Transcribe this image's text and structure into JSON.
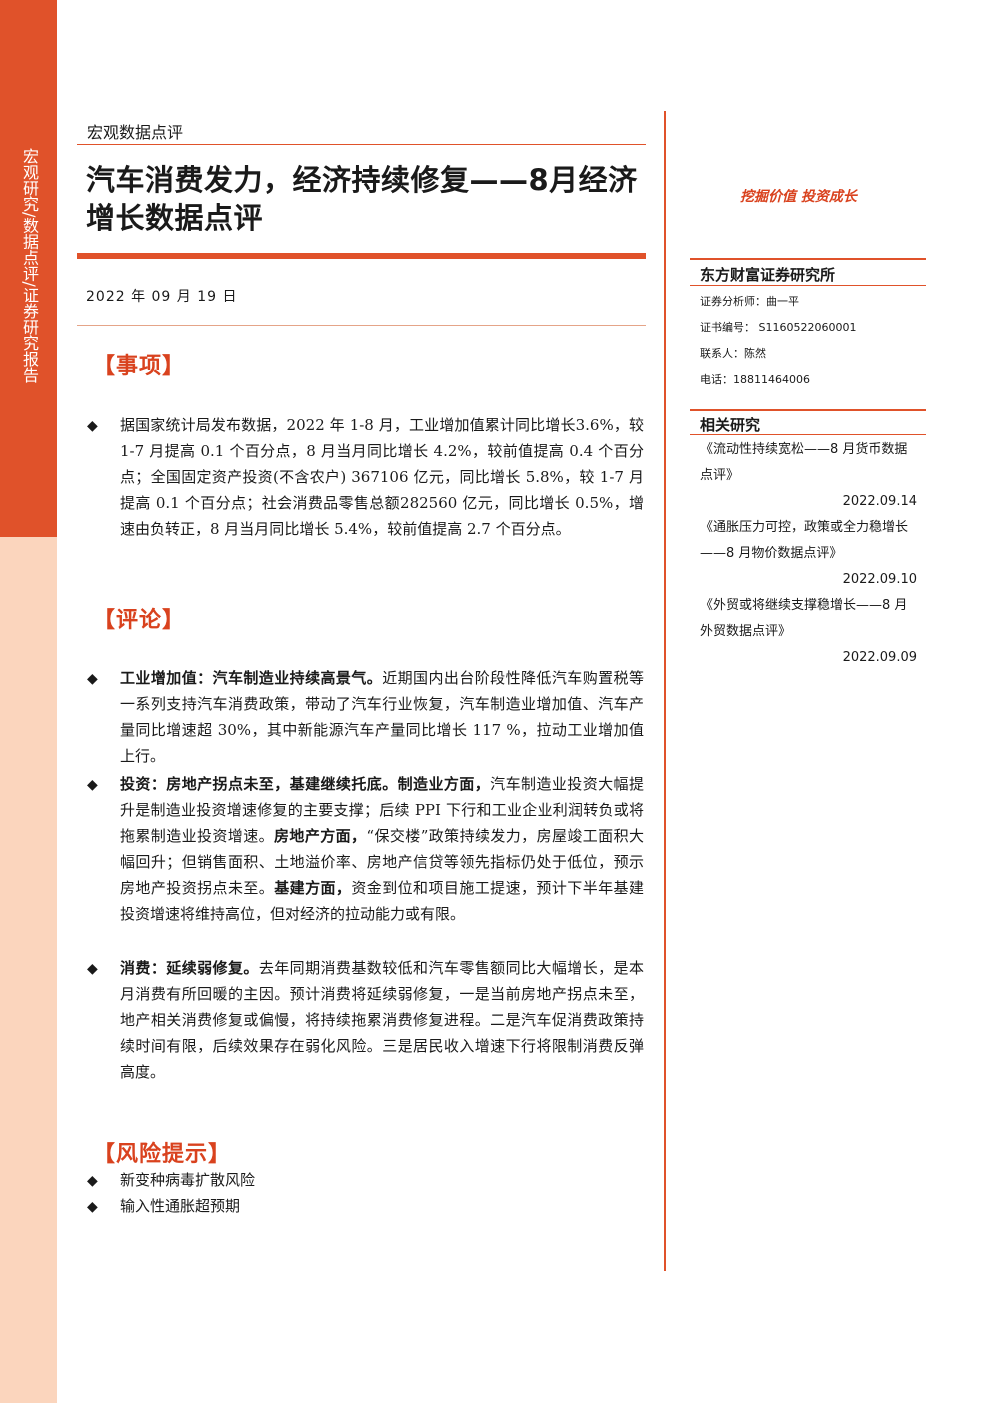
{
  "sidebar": {
    "label": "宏观研究/数据点评/证券研究报告"
  },
  "header": {
    "doc_type": "宏观数据点评",
    "title": "汽车消费发力，经济持续修复——8月经济增长数据点评",
    "date": "2022 年 09 月 19 日"
  },
  "sections": {
    "items_heading": "【事项】",
    "items_text": "据国家统计局发布数据，2022 年 1-8 月，工业增加值累计同比增长3.6%，较 1-7 月提高 0.1 个百分点，8 月当月同比增长 4.2%，较前值提高 0.4 个百分点；全国固定资产投资(不含农户) 367106 亿元，同比增长 5.8%，较 1-7 月提高 0.1 个百分点；社会消费品零售总额282560 亿元，同比增长 0.5%，增速由负转正，8 月当月同比增长 5.4%，较前值提高 2.7 个百分点。",
    "comment_heading": "【评论】",
    "c1_bold": "工业增加值：汽车制造业持续高景气。",
    "c1_text": "近期国内出台阶段性降低汽车购置税等一系列支持汽车消费政策，带动了汽车行业恢复，汽车制造业增加值、汽车产量同比增速超 30%，其中新能源汽车产量同比增长 117 %，拉动工业增加值上行。",
    "c2_bold": "投资：房地产拐点未至，基建继续托底。制造业方面，",
    "c2_text1": "汽车制造业投资大幅提升是制造业投资增速修复的主要支撑；后续 PPI 下行和工业企业利润转负或将拖累制造业投资增速。",
    "c2_bold2": "房地产方面，",
    "c2_text2": "“保交楼”政策持续发力，房屋竣工面积大幅回升；但销售面积、土地溢价率、房地产信贷等领先指标仍处于低位，预示房地产投资拐点未至。",
    "c2_bold3": "基建方面，",
    "c2_text3": "资金到位和项目施工提速，预计下半年基建投资增速将维持高位，但对经济的拉动能力或有限。",
    "c3_bold": "消费：延续弱修复。",
    "c3_text": "去年同期消费基数较低和汽车零售额同比大幅增长，是本月消费有所回暖的主因。预计消费将延续弱修复，一是当前房地产拐点未至，地产相关消费修复或偏慢，将持续拖累消费修复进程。二是汽车促消费政策持续时间有限，后续效果存在弱化风险。三是居民收入增速下行将限制消费反弹高度。",
    "risk_heading": "【风险提示】",
    "risk1": "新变种病毒扩散风险",
    "risk2": "输入性通胀超预期",
    "bullet": "◆"
  },
  "right": {
    "slogan": "挖掘价值 投资成长",
    "org": "东方财富证券研究所",
    "analyst": "证券分析师：曲一平",
    "cert": "证书编号： S1160522060001",
    "contact": "联系人：陈然",
    "phone": "电话：18811464006",
    "related_title": "相关研究",
    "related": [
      {
        "title": "《流动性持续宽松——8 月货币数据点评》",
        "date": "2022.09.14"
      },
      {
        "title": "《通胀压力可控，政策或全力稳增长——8 月物价数据点评》",
        "date": "2022.09.10"
      },
      {
        "title": "《外贸或将继续支撑稳增长——8 月外贸数据点评》",
        "date": "2022.09.09"
      }
    ]
  }
}
